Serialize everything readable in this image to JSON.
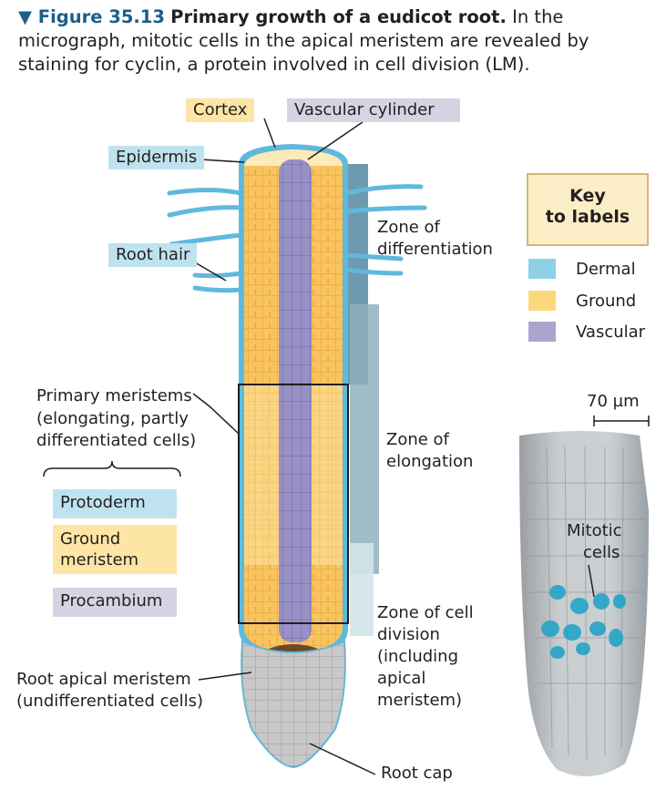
{
  "caption": {
    "figure_number": "▼ Figure 35.13",
    "title": "Primary growth of a eudicot root.",
    "text": "In the micrograph, mitotic cells in the apical meristem are revealed by staining for cyclin, a protein involved in cell division (LM)."
  },
  "labels": {
    "cortex": "Cortex",
    "vascular_cylinder": "Vascular cylinder",
    "epidermis": "Epidermis",
    "root_hair": "Root hair",
    "zone_differentiation_1": "Zone of",
    "zone_differentiation_2": "differentiation",
    "zone_elongation_1": "Zone of",
    "zone_elongation_2": "elongation",
    "zone_division_1": "Zone of cell",
    "zone_division_2": "division",
    "zone_division_3": "(including",
    "zone_division_4": "apical",
    "zone_division_5": "meristem)",
    "primary_meristems_1": "Primary meristems",
    "primary_meristems_2": "(elongating, partly",
    "primary_meristems_3": "differentiated cells)",
    "protoderm": "Protoderm",
    "ground_meristem_1": "Ground",
    "ground_meristem_2": "meristem",
    "procambium": "Procambium",
    "root_apical_meristem_1": "Root apical meristem",
    "root_apical_meristem_2": "(undifferentiated cells)",
    "root_cap": "Root cap"
  },
  "key": {
    "title_1": "Key",
    "title_2": "to labels",
    "items": [
      {
        "label": "Dermal",
        "color": "#8fd0e6"
      },
      {
        "label": "Ground",
        "color": "#fdd77e"
      },
      {
        "label": "Vascular",
        "color": "#aaa5cf"
      }
    ]
  },
  "micrograph": {
    "scale_bar": "70 µm",
    "label_1": "Mitotic",
    "label_2": "cells"
  },
  "colors": {
    "epidermis": "#5fb9dc",
    "cortex": "#f9c35f",
    "cortex_light": "#fde3a3",
    "vascular": "#9891c6",
    "apical_meristem": "#6b4a2a",
    "root_cap": "#c8c8c8",
    "zone_bar": "#5d8fa6"
  }
}
